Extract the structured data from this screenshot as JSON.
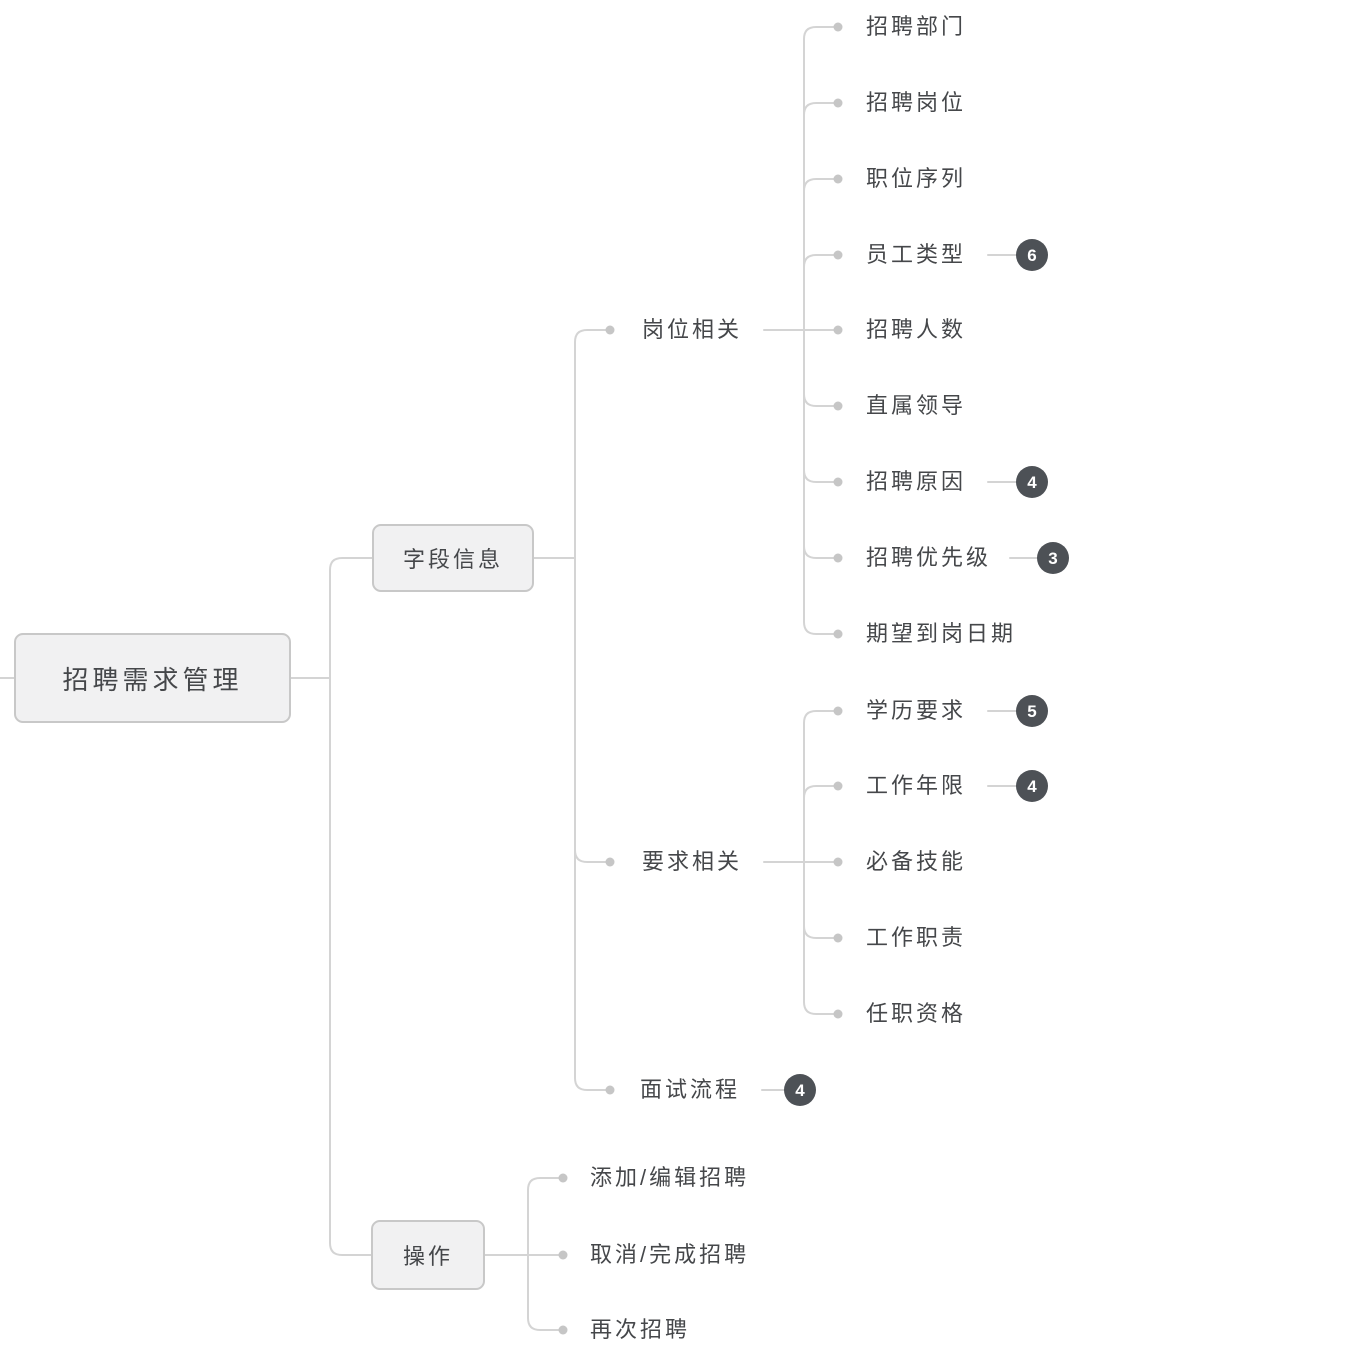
{
  "map": {
    "root": {
      "label": "招聘需求管理"
    },
    "branches": [
      {
        "label": "字段信息",
        "children": [
          {
            "label": "岗位相关",
            "children": [
              {
                "label": "招聘部门"
              },
              {
                "label": "招聘岗位"
              },
              {
                "label": "职位序列"
              },
              {
                "label": "员工类型",
                "badge": "6"
              },
              {
                "label": "招聘人数"
              },
              {
                "label": "直属领导"
              },
              {
                "label": "招聘原因",
                "badge": "4"
              },
              {
                "label": "招聘优先级",
                "badge": "3"
              },
              {
                "label": "期望到岗日期"
              }
            ]
          },
          {
            "label": "要求相关",
            "children": [
              {
                "label": "学历要求",
                "badge": "5"
              },
              {
                "label": "工作年限",
                "badge": "4"
              },
              {
                "label": "必备技能"
              },
              {
                "label": "工作职责"
              },
              {
                "label": "任职资格"
              }
            ]
          },
          {
            "label": "面试流程",
            "badge": "4"
          }
        ]
      },
      {
        "label": "操作",
        "children": [
          {
            "label": "添加/编辑招聘"
          },
          {
            "label": "取消/完成招聘"
          },
          {
            "label": "再次招聘"
          }
        ]
      }
    ],
    "colors": {
      "background": "#ffffff",
      "node_fill": "#f1f1f2",
      "node_border": "#c8c8c8",
      "connector": "#d4d4d4",
      "dot": "#c6c6c6",
      "text": "#45474a",
      "badge_bg": "#4d5156",
      "badge_text": "#ffffff"
    }
  }
}
